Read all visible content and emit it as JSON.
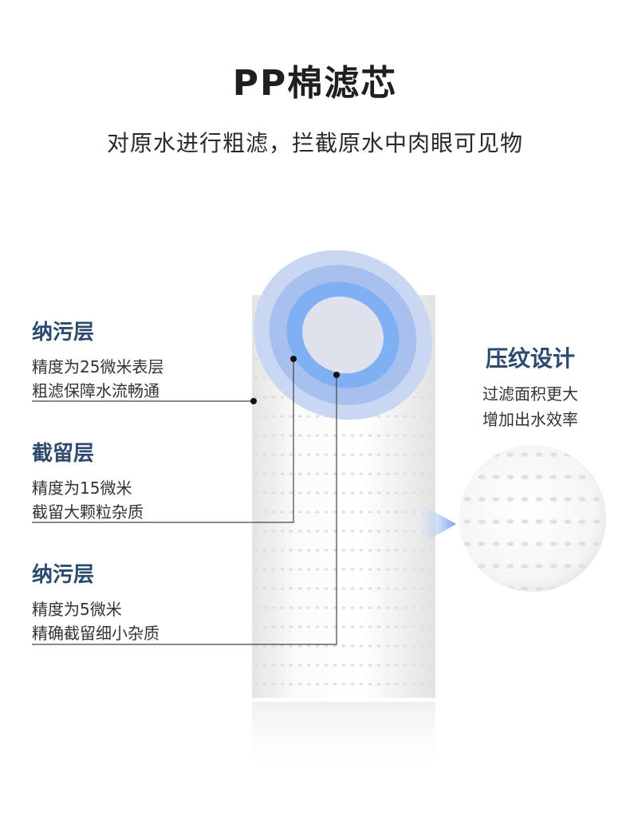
{
  "title": "PP棉滤芯",
  "subtitle": "对原水进行粗滤，拦截原水中肉眼可见物",
  "layers": [
    {
      "heading": "纳污层",
      "line1": "精度为25微米表层",
      "line2": "粗滤保障水流畅通"
    },
    {
      "heading": "截留层",
      "line1": "精度为15微米",
      "line2": "截留大颗粒杂质"
    },
    {
      "heading": "纳污层",
      "line1": "精度为5微米",
      "line2": "精确截留细小杂质"
    }
  ],
  "feature": {
    "heading": "压纹设计",
    "line1": "过滤面积更大",
    "line2": "增加出水效率"
  },
  "colors": {
    "heading": "#2c4a6e",
    "ring_outer": "#c9d7f2",
    "ring_mid": "#a8c0ee",
    "ring_inner": "#7fb0f3",
    "core": "#dfe2ec"
  }
}
